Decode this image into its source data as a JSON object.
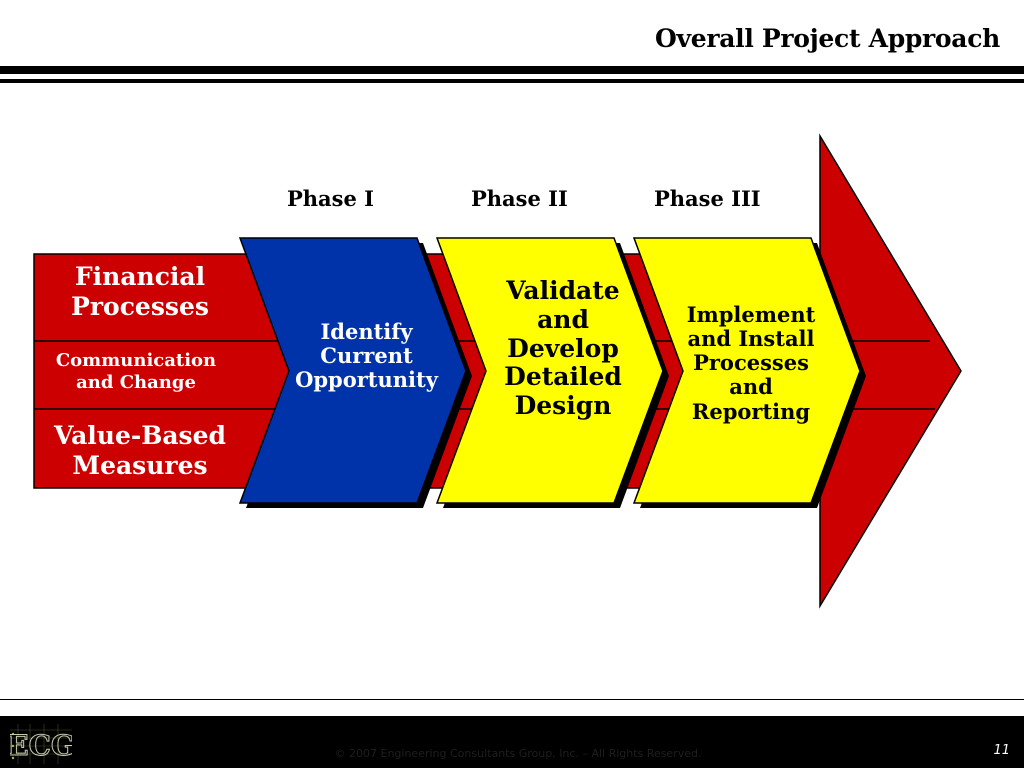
{
  "slide": {
    "title": "Overall Project Approach",
    "page_number": "11",
    "copyright": "© 2007 Engineering Consultants Group, Inc. –  All Rights Reserved."
  },
  "logo": {
    "text": "ECG"
  },
  "phases": [
    {
      "label": "Phase I"
    },
    {
      "label": "Phase II"
    },
    {
      "label": "Phase III"
    }
  ],
  "workstreams": [
    {
      "label_line1": "Financial",
      "label_line2": "Processes"
    },
    {
      "label_line1": "Communication",
      "label_line2": "and Change"
    },
    {
      "label_line1": "Value-Based",
      "label_line2": "Measures"
    }
  ],
  "chevrons": [
    {
      "lines": [
        "Identify",
        "Current",
        "Opportunity"
      ]
    },
    {
      "lines": [
        "Validate",
        "and",
        "Develop",
        "Detailed",
        "Design"
      ]
    },
    {
      "lines": [
        "Implement",
        "and Install",
        "Processes",
        "and",
        "Reporting"
      ]
    }
  ],
  "colors": {
    "red": "#cc0000",
    "blue": "#0033aa",
    "yellow": "#ffff00",
    "black": "#000000",
    "white": "#ffffff"
  }
}
